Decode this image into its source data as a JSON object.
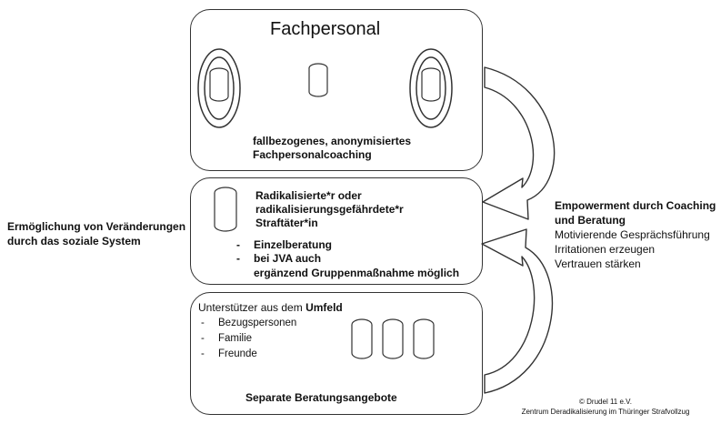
{
  "top": {
    "title": "Fachpersonal",
    "caption": [
      "fallbezogenes, anonymisiertes",
      "Fachpersonalcoaching"
    ]
  },
  "middle": {
    "heading": [
      "Radikalisierte*r oder",
      "radikalisierungsgefährdete*r",
      "Straftäter*in"
    ],
    "items": [
      "Einzelberatung",
      "bei JVA auch"
    ],
    "continuation": "ergänzend Gruppenmaßnahme möglich"
  },
  "bottom": {
    "intro_prefix": "Unterstützer aus dem",
    "intro_bold": "Umfeld",
    "items": [
      "Bezugspersonen",
      "Familie",
      "Freunde"
    ],
    "caption": "Separate Beratungsangebote"
  },
  "left_note": [
    "Ermöglichung von Veränderungen",
    "durch das soziale System"
  ],
  "right_note": {
    "heading": [
      "Empowerment durch Coaching",
      "und Beratung"
    ],
    "items": [
      "Motivierende Gesprächsführung",
      "Irritationen erzeugen",
      "Vertrauen stärken"
    ]
  },
  "footer": [
    "© Drudel 11 e.V.",
    "Zentrum Deradikalisierung im Thüringer Strafvollzug"
  ]
}
